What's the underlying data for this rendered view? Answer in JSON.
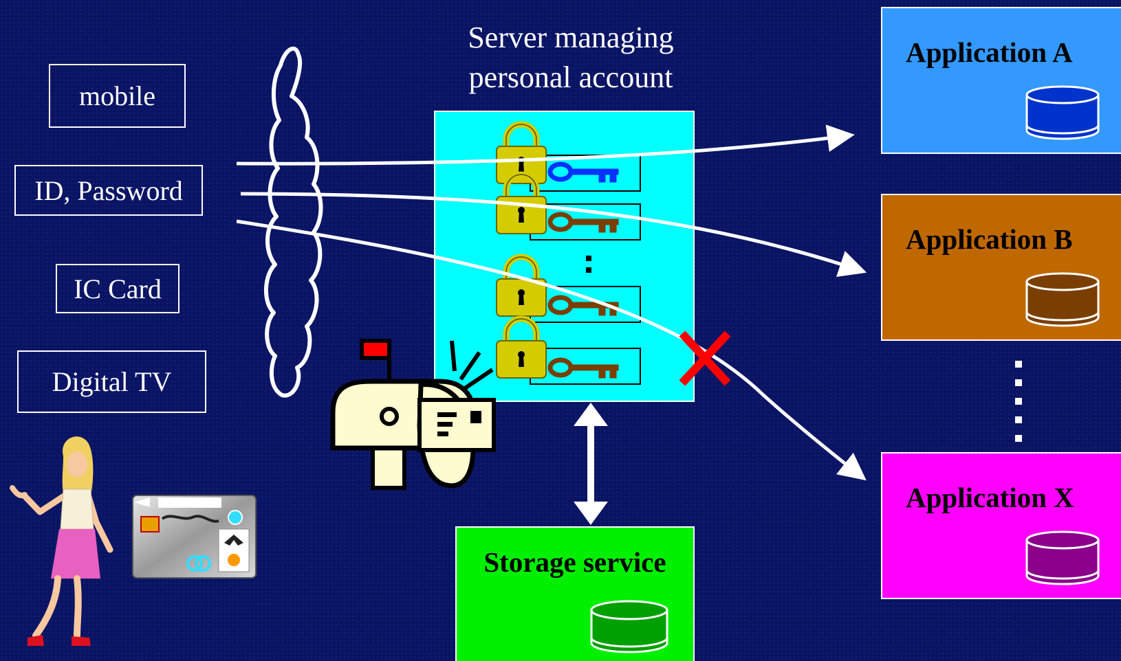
{
  "server": {
    "title_line1": "Server managing",
    "title_line2": "personal account"
  },
  "clients": [
    {
      "label": "mobile"
    },
    {
      "label": "ID, Password"
    },
    {
      "label": "IC Card"
    },
    {
      "label": "Digital TV"
    }
  ],
  "applications": [
    {
      "name": "Application A",
      "color": "#3399ff",
      "db_color": "#0033cc"
    },
    {
      "name": "Application B",
      "color": "#c06800",
      "db_color": "#7a3e00"
    },
    {
      "name": "Application X",
      "color": "#ff00ff",
      "db_color": "#8a008a"
    }
  ],
  "storage": {
    "name": "Storage service",
    "color": "#00f000",
    "db_color": "#00a000"
  },
  "colors": {
    "background": "#0a1464",
    "server_box": "#00ffff",
    "lock": "#d4cc00",
    "key_blue": "#0033ff",
    "key_brown": "#7a3e00",
    "deny_mark": "#ff0000"
  },
  "icons": [
    "cloud-icon",
    "lock-icon",
    "key-icon",
    "mailbox-icon",
    "woman-figure-icon",
    "ic-card-icon",
    "database-icon",
    "deny-x-icon"
  ]
}
